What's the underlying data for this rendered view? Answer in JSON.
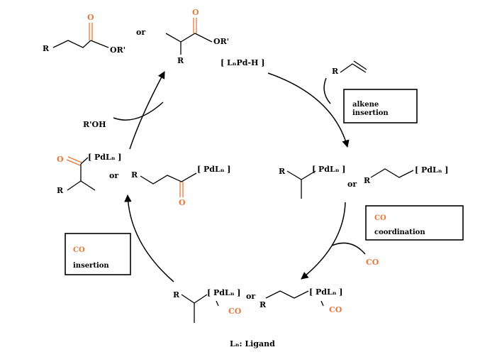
{
  "labels": {
    "r": "R",
    "or_word": "or",
    "or_prime": "OR'",
    "oxygen": "O",
    "co": "CO",
    "roh": "R'OH",
    "pdh": "[ LₙPd-H ]",
    "pdl": "[ PdLₙ ]",
    "legend": "Lₙ: Ligand"
  },
  "boxes": {
    "alkene_insertion": [
      "alkene",
      "insertion"
    ],
    "co_coordination": [
      "CO",
      "coordination"
    ],
    "co_insertion": [
      "CO",
      "insertion"
    ]
  },
  "colors": {
    "accent": "#e8773a",
    "ink": "#000000"
  }
}
